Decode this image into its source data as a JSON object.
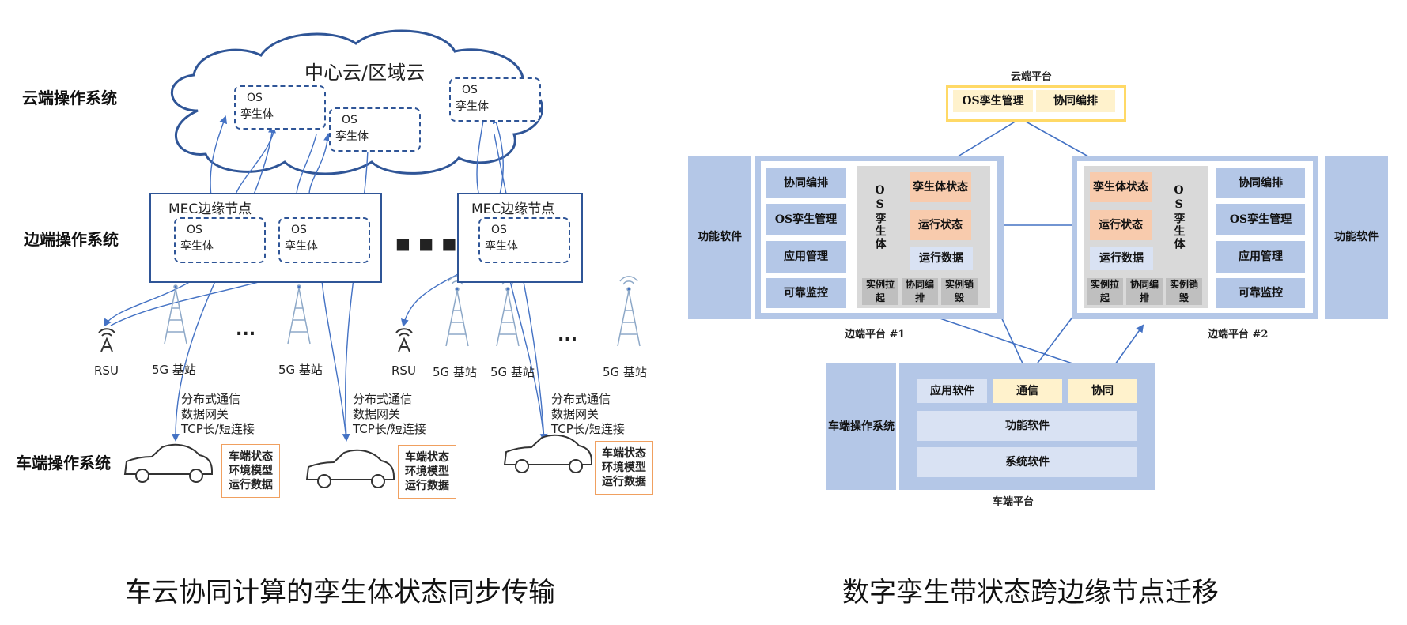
{
  "left": {
    "system_labels": [
      "云端操作系统",
      "边端操作系统",
      "车端操作系统"
    ],
    "cloud_title": "中心云/区域云",
    "twin_os": "OS",
    "twin_label": "孪生体",
    "mec_title": "MEC边缘节点",
    "ellipsis": "■ ■ ■",
    "dots": "...",
    "rsu": "RSU",
    "bs": "5G 基站",
    "gateway_lines": [
      "分布式通信",
      "数据网关",
      "TCP长/短连接"
    ],
    "note_lines": [
      "车端状态",
      "环境模型",
      "运行数据"
    ],
    "caption": "车云协同计算的孪生体状态同步传输"
  },
  "right": {
    "cloud_platform": "云端平台",
    "cloud_items": [
      "OS孪生管理",
      "协同编排"
    ],
    "function_software": "功能软件",
    "func_items": [
      "协同编排",
      "OS孪生管理",
      "应用管理",
      "可靠监控"
    ],
    "os_twin_vertical": "OS孪生体",
    "twin_state": "孪生体状态",
    "run_state": "运行状态",
    "run_data": "运行数据",
    "instance_items": [
      "实例拉起",
      "协同编排",
      "实例销毁"
    ],
    "edge1": "边端平台 #1",
    "edge2": "边端平台 #2",
    "vehicle_os": "车端操作系统",
    "app_software": "应用软件",
    "comm": "通信",
    "coop": "协同",
    "func_software2": "功能软件",
    "sys_software": "系统软件",
    "vehicle_platform": "车端平台",
    "caption": "数字孪生带状态跨边缘节点迁移"
  },
  "colors": {
    "line_blue": "#4472c4",
    "dark_blue": "#2f5597",
    "light_blue": "#b4c7e7",
    "peach": "#f8cbad",
    "yellow_border": "#ffd966"
  }
}
